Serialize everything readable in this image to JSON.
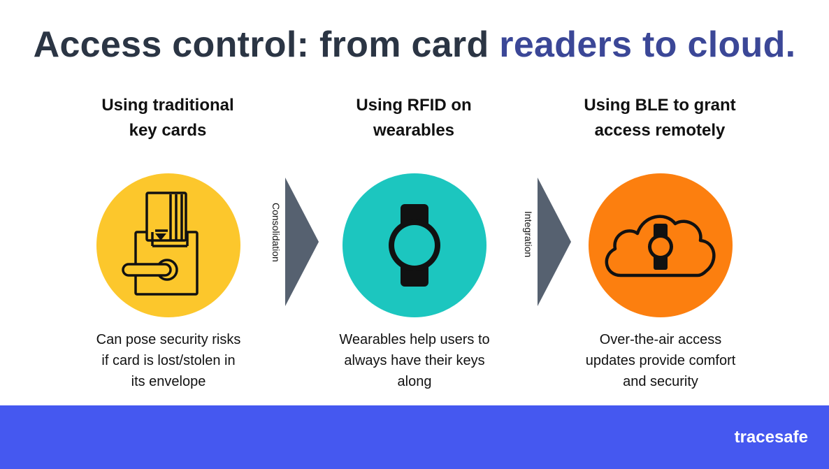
{
  "title": {
    "part1": "Access control: from card ",
    "part2": "readers to cloud."
  },
  "steps": [
    {
      "heading_line1": "Using traditional",
      "heading_line2": "key cards",
      "desc_line1": "Can pose security risks",
      "desc_line2": "if card is lost/stolen in",
      "desc_line3": "its envelope",
      "icon": "card-reader-lock-icon",
      "color": "#fcc72c"
    },
    {
      "heading_line1": "Using RFID on",
      "heading_line2": "wearables",
      "desc_line1": "Wearables help users to",
      "desc_line2": "always have their keys",
      "desc_line3": "along",
      "icon": "smartwatch-icon",
      "color": "#1cc6bf"
    },
    {
      "heading_line1": "Using BLE to grant",
      "heading_line2": "access remotely",
      "desc_line1": "Over-the-air access",
      "desc_line2": "updates provide comfort",
      "desc_line3": "and security",
      "icon": "cloud-watch-icon",
      "color": "#fc7f0f"
    }
  ],
  "arrows": [
    {
      "label": "Consolidation",
      "color": "#566170"
    },
    {
      "label": "Integration",
      "color": "#566170"
    }
  ],
  "footer": {
    "brand": "tracesafe",
    "color": "#4558f0"
  }
}
